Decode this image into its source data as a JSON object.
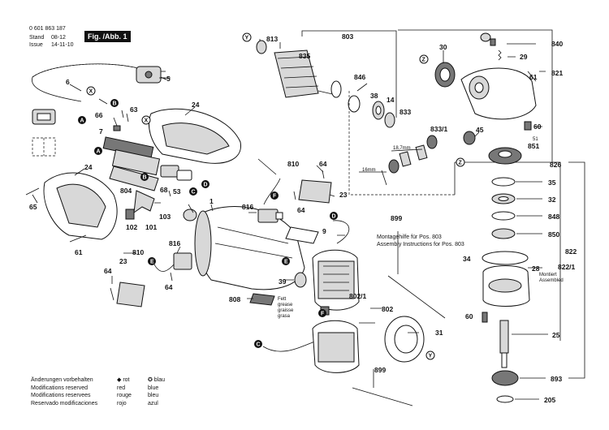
{
  "header": {
    "doc_number": "0 601 863 187",
    "stand_label": "Stand",
    "stand_value": "08-12",
    "issue_label": "Issue",
    "issue_value": "14-11-10",
    "figure_label": "Fig. /Abb. 1"
  },
  "callouts": {
    "c5": "5",
    "c6": "6",
    "c24a": "24",
    "c24b": "24",
    "c63": "63",
    "c66": "66",
    "c7": "7",
    "c65": "65",
    "c804": "804",
    "c68": "68",
    "c53": "53",
    "c102": "102",
    "c101": "101",
    "c103": "103",
    "c1": "1",
    "c61a": "61",
    "c810a": "810",
    "c810b": "810",
    "c64a": "64",
    "c64b": "64",
    "c64c": "64",
    "c64d": "64",
    "c23a": "23",
    "c23b": "23",
    "c816a": "816",
    "c816b": "816",
    "c9": "9",
    "c808": "808",
    "c39": "39",
    "c899a": "899",
    "c899b": "899",
    "c802_1": "802/1",
    "c802": "802",
    "c31": "31",
    "c813": "813",
    "c835": "835",
    "c803": "803",
    "c846": "846",
    "c38": "38",
    "c14": "14",
    "c833": "833",
    "c833_1": "833/1",
    "c30": "30",
    "c840": "840",
    "c29": "29",
    "c821": "821",
    "c61b": "61",
    "c45": "45",
    "c60a": "60",
    "c851": "851",
    "c51": "51",
    "c826": "826",
    "c35": "35",
    "c32": "32",
    "c848": "848",
    "c850": "850",
    "c822": "822",
    "c34": "34",
    "c28": "28",
    "c822_1": "822/1",
    "c60b": "60",
    "c25": "25",
    "c893": "893",
    "c205": "205"
  },
  "markers": {
    "A": "A",
    "B": "B",
    "C": "C",
    "D": "D",
    "E": "E",
    "F": "F",
    "X": "X",
    "Y": "Y",
    "Z": "Z"
  },
  "notes": {
    "dim_187": "18,7mm",
    "dim_16": "16mm",
    "assembly_de": "Montagehilfe für Pos. 803",
    "assembly_en": "Assembly Instructions for Pos. 803",
    "assembled_de": "Montiert",
    "assembled_en": "Assembled",
    "grease": [
      "Fett",
      "grease",
      "graisse",
      "grasa"
    ]
  },
  "legend": {
    "rows": [
      [
        "Änderungen vorbehalten",
        "◆ rot",
        "✪ blau"
      ],
      [
        "Modifications reserved",
        "red",
        "blue"
      ],
      [
        "Modifications reservees",
        "rouge",
        "bleu"
      ],
      [
        "Reservado modificaciones",
        "rojo",
        "azul"
      ]
    ]
  }
}
